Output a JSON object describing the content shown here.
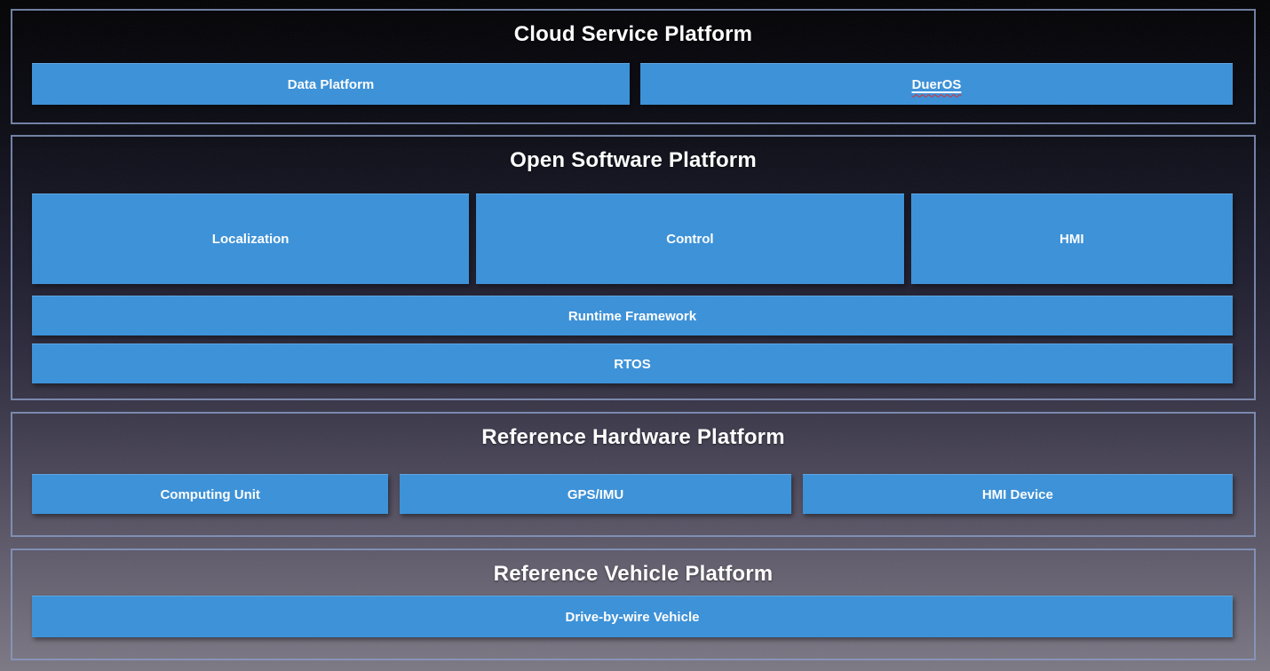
{
  "diagram": {
    "type": "stack-architecture-diagram",
    "colors": {
      "box_fill": "#3a91d9",
      "box_text": "#ffffff",
      "section_border": "#889ac5",
      "title_text": "#ffffff",
      "background_top": "#030305",
      "background_bottom": "#7c7884",
      "spellcheck_underline": "#e02b2b"
    },
    "sections": [
      {
        "title": "Cloud Service Platform",
        "boxes": [
          {
            "label": "Data Platform"
          },
          {
            "label": "DuerOS"
          }
        ]
      },
      {
        "title": "Open Software Platform",
        "rows": [
          {
            "boxes": [
              {
                "label": "Localization"
              },
              {
                "label": "Control"
              },
              {
                "label": "HMI"
              }
            ]
          },
          {
            "boxes": [
              {
                "label": "Runtime Framework"
              }
            ]
          },
          {
            "boxes": [
              {
                "label": "RTOS"
              }
            ]
          }
        ]
      },
      {
        "title": "Reference Hardware Platform",
        "boxes": [
          {
            "label": "Computing Unit"
          },
          {
            "label": "GPS/IMU"
          },
          {
            "label": "HMI Device"
          }
        ]
      },
      {
        "title": "Reference Vehicle Platform",
        "boxes": [
          {
            "label": "Drive-by-wire Vehicle"
          }
        ]
      }
    ]
  }
}
